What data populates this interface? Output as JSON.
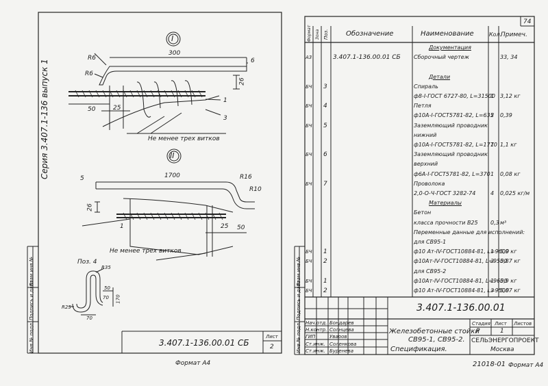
{
  "page_number": "74",
  "left_margin": {
    "series": "Серия 3.407.1-136 выпуск 1",
    "stamp_labels": [
      "Инв.№ подл.",
      "Подпись и дата",
      "Взам.инв.№"
    ]
  },
  "drawing": {
    "view1": "I",
    "view2": "II",
    "dim_300": "300",
    "dim_1700": "1700",
    "r6a": "R6",
    "r6b": "R6",
    "r16": "R16",
    "r10": "R10",
    "dim_26a": "26",
    "dim_26b": "26",
    "dim_50a": "50",
    "dim_25a": "25",
    "dim_50b": "50",
    "dim_25b": "25",
    "pos6": "6",
    "pos1a": "1",
    "pos3": "3",
    "pos5": "5",
    "pos1b": "1",
    "note1": "Не менее трех витков",
    "note2": "Не менее трех витков",
    "poz4": "Поз. 4",
    "r35": "R35",
    "r25": "R25",
    "dim_50c": "50",
    "dim_70a": "70",
    "dim_70b": "70",
    "dim_170": "170",
    "code_left": "3.407.1-136.00.01 СБ",
    "sheet_label": "Лист",
    "sheet_no": "2",
    "format_left": "Формат А4"
  },
  "spec": {
    "headers": {
      "format": "Формат",
      "zone": "Зона",
      "pos": "Поз.",
      "designation": "Обозначение",
      "name": "Наименование",
      "qty": "Кол.",
      "note": "Примеч."
    },
    "rows": [
      {
        "f": "",
        "p": "",
        "d": "",
        "n": "Документация",
        "q": "",
        "m": ""
      },
      {
        "f": "А3",
        "p": "",
        "d": "3.407.1-136.00.01 СБ",
        "n": "Сборочный чертеж",
        "q": "",
        "m": "33, 34"
      },
      {
        "f": "",
        "p": "",
        "d": "",
        "n": "",
        "q": "",
        "m": ""
      },
      {
        "f": "",
        "p": "",
        "d": "",
        "n": "Детали",
        "q": "",
        "m": ""
      },
      {
        "f": "БЧ",
        "p": "3",
        "d": "",
        "n": "Спираль",
        "q": "",
        "m": ""
      },
      {
        "f": "",
        "p": "",
        "d": "",
        "n": "ф8-I-ГОСТ 6727-80, L=31500",
        "q": "1",
        "m": "3,12 кг"
      },
      {
        "f": "БЧ",
        "p": "4",
        "d": "",
        "n": "Петля",
        "q": "",
        "m": ""
      },
      {
        "f": "",
        "p": "",
        "d": "",
        "n": "ф10А-I-ГОСТ5781-82, L=635",
        "q": "2",
        "m": "0,39"
      },
      {
        "f": "БЧ",
        "p": "5",
        "d": "",
        "n": "Заземляющий проводник",
        "q": "",
        "m": ""
      },
      {
        "f": "",
        "p": "",
        "d": "",
        "n": "нижний",
        "q": "",
        "m": ""
      },
      {
        "f": "",
        "p": "",
        "d": "",
        "n": "ф10А-I-ГОСТ5781-82, L=1770",
        "q": "1",
        "m": "1,1 кг"
      },
      {
        "f": "БЧ",
        "p": "6",
        "d": "",
        "n": "Заземляющий проводник",
        "q": "",
        "m": ""
      },
      {
        "f": "",
        "p": "",
        "d": "",
        "n": "верхний",
        "q": "",
        "m": ""
      },
      {
        "f": "",
        "p": "",
        "d": "",
        "n": "ф6А-I-ГОСТ5781-82, L=370",
        "q": "1",
        "m": "0,08 кг"
      },
      {
        "f": "БЧ",
        "p": "7",
        "d": "",
        "n": "Проволока",
        "q": "",
        "m": ""
      },
      {
        "f": "",
        "p": "",
        "d": "",
        "n": "2,0-О-Ч-ГОСТ 3282-74",
        "q": "4",
        "m": "0,025 кг/м"
      },
      {
        "f": "",
        "p": "",
        "d": "",
        "n": "Материалы",
        "q": "",
        "m": ""
      },
      {
        "f": "",
        "p": "",
        "d": "",
        "n": "Бетон",
        "q": "",
        "m": ""
      },
      {
        "f": "",
        "p": "",
        "d": "",
        "n": "класса прочности В25",
        "q": "0,3",
        "m": "м³"
      },
      {
        "f": "",
        "p": "",
        "d": "",
        "n": "Переменные данные для исполнений:",
        "q": "",
        "m": ""
      },
      {
        "f": "",
        "p": "",
        "d": "",
        "n": "для СВ95-1",
        "q": "",
        "m": ""
      },
      {
        "f": "БЧ",
        "p": "1",
        "d": "",
        "n": "ф10 Ат-IV-ГОСТ10884-81, L=9600",
        "q": "1",
        "m": "5,9 кг"
      },
      {
        "f": "БЧ",
        "p": "2",
        "d": "",
        "n": "ф10Ат-IV-ГОСТ10884-81, L=9500",
        "q": "3",
        "m": "5,87 кг"
      },
      {
        "f": "",
        "p": "",
        "d": "",
        "n": "для СВ95-2",
        "q": "",
        "m": ""
      },
      {
        "f": "БЧ",
        "p": "1",
        "d": "",
        "n": "ф10Ат-IV-ГОСТ10884-81, L=9600",
        "q": "1",
        "m": "5,9 кг"
      },
      {
        "f": "БЧ",
        "p": "2",
        "d": "",
        "n": "ф10 Ат-IV-ГОСТ10884-81, L=9500",
        "q": "3",
        "m": "5,87 кг"
      }
    ]
  },
  "title_block": {
    "code": "3.407.1-136.00.01",
    "roles": [
      "Нач.отд.",
      "Н.контр.",
      "ГИП",
      "Ст.инж.",
      "Ст.инж."
    ],
    "names": [
      "Бондарев",
      "Солнцева",
      "Уваров",
      "Соленкова",
      "Буренева"
    ],
    "title_line1": "Железобетонные стойки",
    "title_line2": "СВ95-1, СВ95-2.",
    "title_line3": "Спецификация.",
    "stage_label": "Стадия",
    "sheet_label": "Лист",
    "sheets_label": "Листов",
    "stage": "Р",
    "sheet": "1",
    "org1": "СЕЛЬЭНЕРГОПРОЕКТ",
    "org2": "Москва",
    "doc_number": "21018-01",
    "format": "Формат А4"
  }
}
